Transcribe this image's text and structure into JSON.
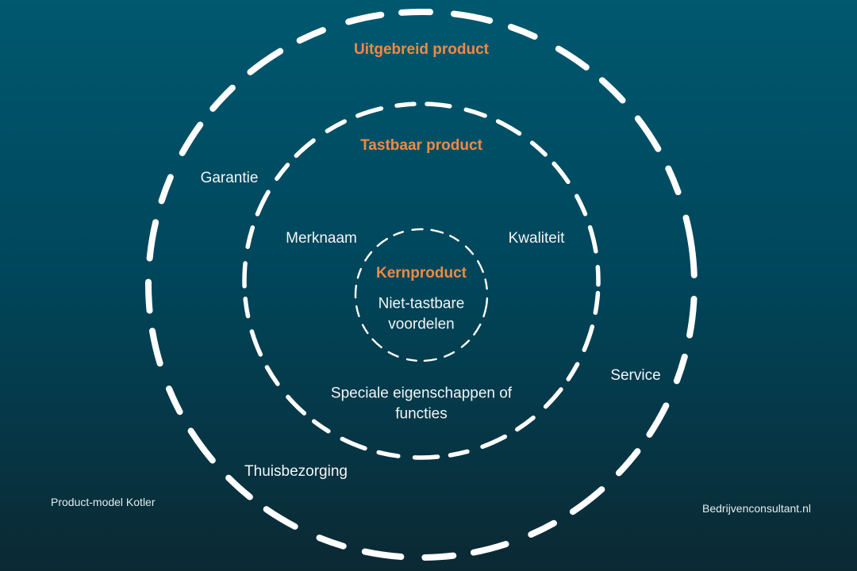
{
  "colors": {
    "background_top": "#00586f",
    "background_mid": "#00465b",
    "background_bottom": "#0b2933",
    "accent_orange": "#f08a44",
    "ring_stroke": "#ffffff",
    "label_text": "#f2f6f7",
    "footer_text": "#e3ecee"
  },
  "rings": {
    "outer": {
      "title": "Uitgebreid product"
    },
    "middle": {
      "title": "Tastbaar product"
    },
    "core": {
      "title": "Kernproduct",
      "subtitle": "Niet-tastbare voordelen"
    }
  },
  "labels": {
    "garantie": "Garantie",
    "merknaam": "Merknaam",
    "kwaliteit": "Kwaliteit",
    "service": "Service",
    "speciale_eigenschappen": "Speciale eigenschappen of functies",
    "thuisbezorging": "Thuisbezorging"
  },
  "footer": {
    "left": "Product-model Kotler",
    "right": "Bedrijvenconsultant.nl"
  }
}
